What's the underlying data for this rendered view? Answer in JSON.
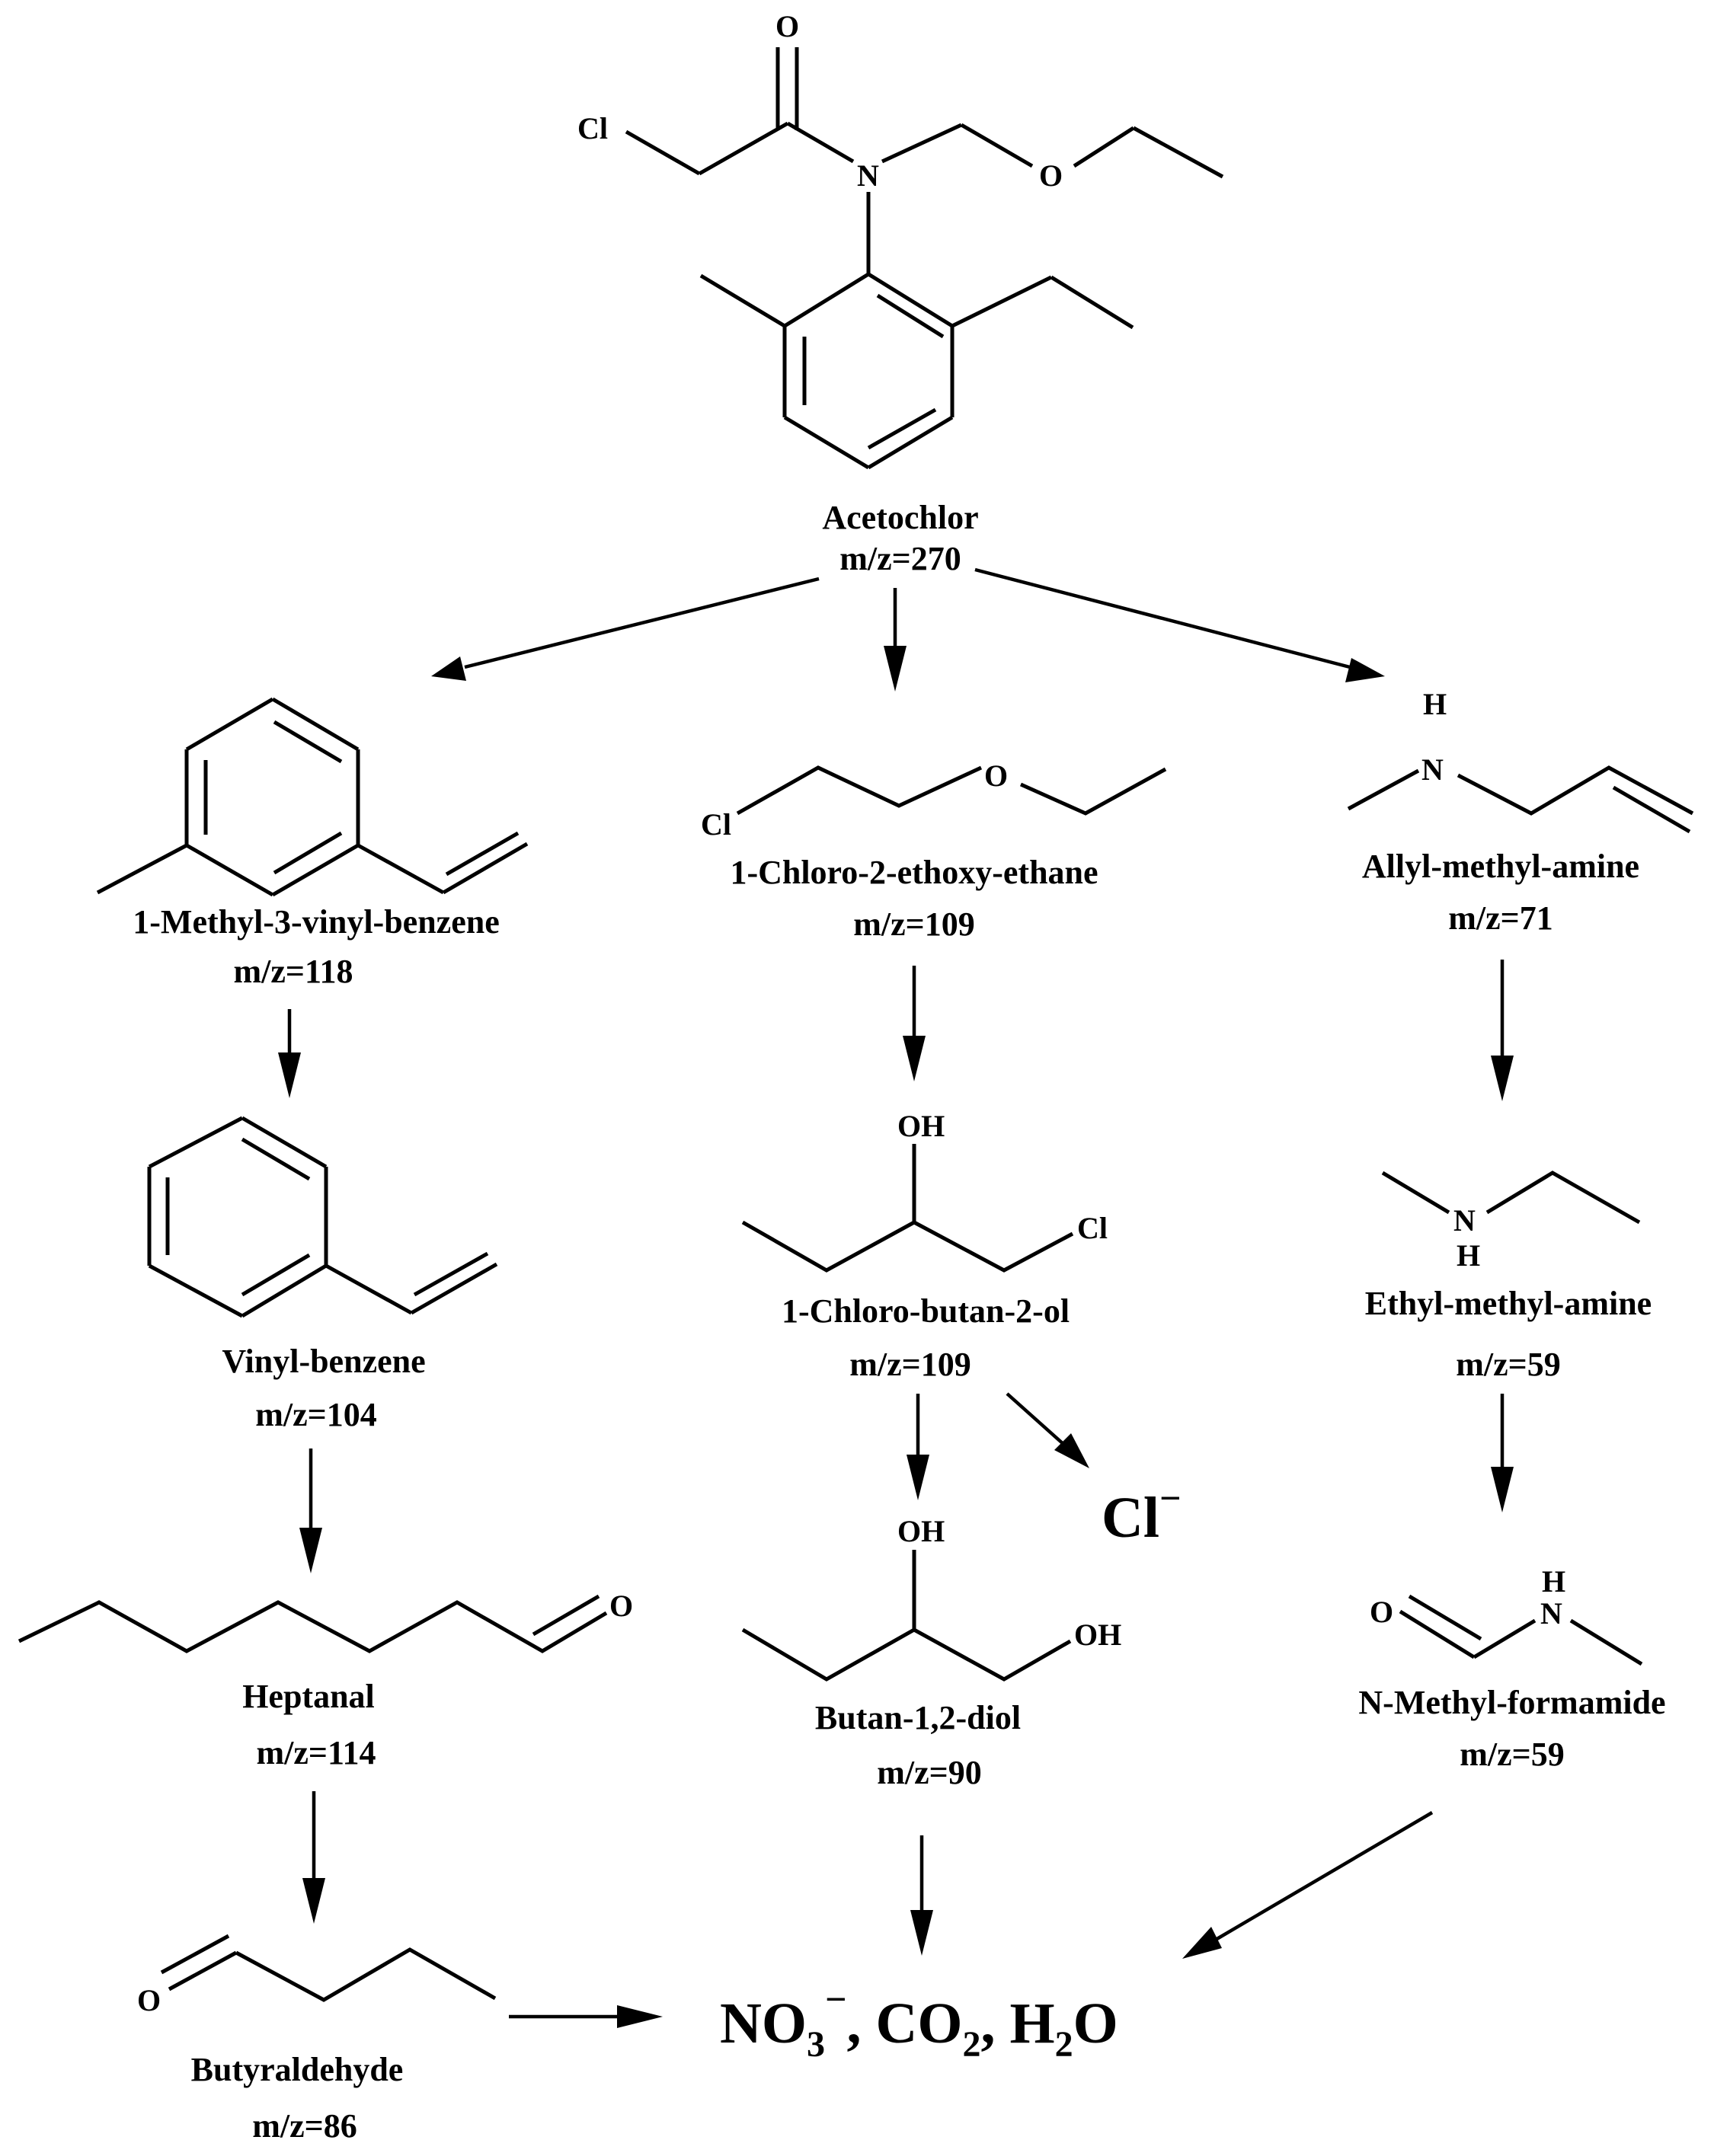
{
  "compounds": {
    "acetochlor": {
      "name": "Acetochlor",
      "mz": "m/z=270",
      "atoms": {
        "cl": "Cl",
        "o_carbonyl": "O",
        "n": "N",
        "o_ether": "O"
      }
    },
    "methylvinylbenzene": {
      "name": "1-Methyl-3-vinyl-benzene",
      "mz": "m/z=118"
    },
    "vinylbenzene": {
      "name": "Vinyl-benzene",
      "mz": "m/z=104"
    },
    "heptanal": {
      "name": "Heptanal",
      "mz": "m/z=114",
      "atoms": {
        "o": "O"
      }
    },
    "butyraldehyde": {
      "name": "Butyraldehyde",
      "mz": "m/z=86",
      "atoms": {
        "o": "O"
      }
    },
    "chloroethoxyethane": {
      "name": "1-Chloro-2-ethoxy-ethane",
      "mz": "m/z=109",
      "atoms": {
        "cl": "Cl",
        "o": "O"
      }
    },
    "chlorobutanol": {
      "name": "1-Chloro-butan-2-ol",
      "mz": "m/z=109",
      "atoms": {
        "oh": "OH",
        "cl": "Cl"
      }
    },
    "butanediol": {
      "name": "Butan-1,2-diol",
      "mz": "m/z=90",
      "atoms": {
        "oh1": "OH",
        "oh2": "OH"
      }
    },
    "allylmethylamine": {
      "name": "Allyl-methyl-amine",
      "mz": "m/z=71",
      "atoms": {
        "n": "N",
        "h": "H"
      }
    },
    "ethylmethylamine": {
      "name": "Ethyl-methyl-amine",
      "mz": "m/z=59",
      "atoms": {
        "n": "N",
        "h": "H"
      }
    },
    "nmethylformamide": {
      "name": "N-Methyl-formamide",
      "mz": "m/z=59",
      "atoms": {
        "o": "O",
        "n": "N",
        "h": "H"
      }
    }
  },
  "byproduct": {
    "symbol": "Cl",
    "charge": "−"
  },
  "final_products": {
    "nitrate": {
      "base": "NO",
      "sub": "3",
      "sup": "−"
    },
    "sep1": ", ",
    "co2": {
      "base": "CO",
      "sub": "2"
    },
    "sep2": ", ",
    "water": {
      "base1": "H",
      "sub": "2",
      "base2": "O"
    }
  }
}
